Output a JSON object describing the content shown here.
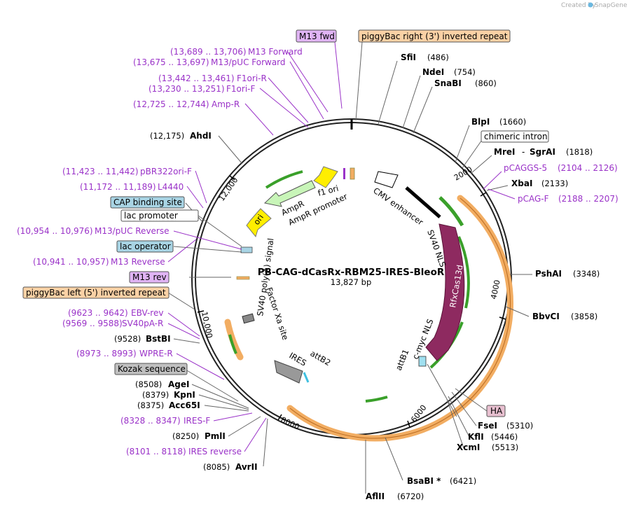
{
  "credit": {
    "prefix": "Created by",
    "brand": "SnapGene"
  },
  "map": {
    "name": "PB-CAG-dCasRx-RBM25-IRES-BleoR",
    "length": "13,827 bp",
    "tick_labels": [
      "2000",
      "4000",
      "6000",
      "8000",
      "10,000",
      "12,000"
    ]
  },
  "boxed": {
    "m13fwd": "M13 fwd",
    "pb_right": "piggyBac right (3') inverted repeat",
    "chimeric": "chimeric intron",
    "cap": "CAP binding site",
    "lacprom": "lac promoter",
    "lacop": "lac operator",
    "m13rev": "M13 rev",
    "pb_left": "piggyBac left (5') inverted repeat",
    "kozak": "Kozak sequence",
    "ha": "HA"
  },
  "left_labels": {
    "m13forward_range": "(13,689 .. 13,706)",
    "m13forward": "M13 Forward",
    "m13puc_range": "(13,675 .. 13,697)",
    "m13puc": "M13/pUC Forward",
    "f1orir_range": "(13,442 .. 13,461)",
    "f1orir": "F1ori-R",
    "f1orif_range": "(13,230 .. 13,251)",
    "f1orif": "F1ori-F",
    "ampr_range": "(12,725 .. 12,744)",
    "ampr": "Amp-R",
    "ahdi_pos": "(12,175)",
    "ahdi": "AhdI",
    "pbr_range": "(11,423 .. 11,442)",
    "pbr": "pBR322ori-F",
    "l4440_range": "(11,172 .. 11,189)",
    "l4440": "L4440",
    "m13pucrev_range": "(10,954 .. 10,976)",
    "m13pucrev": "M13/pUC Reverse",
    "m13rev_range": "(10,941 .. 10,957)",
    "m13reverse": "M13 Reverse",
    "ebv_range": "(9623 .. 9642)",
    "ebv": "EBV-rev",
    "sv40_range": "(9569 .. 9588)",
    "sv40": "SV40pA-R",
    "bstbi_pos": "(9528)",
    "bstbi": "BstBI",
    "wpre_range": "(8973 .. 8993)",
    "wpre": "WPRE-R",
    "agei_pos": "(8508)",
    "agei": "AgeI",
    "kpni_pos": "(8379)",
    "kpni": "KpnI",
    "acc65i_pos": "(8375)",
    "acc65i": "Acc65I",
    "iresf_range": "(8328 .. 8347)",
    "iresf": "IRES-F",
    "pmli_pos": "(8250)",
    "pmli": "PmlI",
    "iresrev_range": "(8101 .. 8118)",
    "iresrev": "IRES reverse",
    "avrii_pos": "(8085)",
    "avrii": "AvrII"
  },
  "right_labels": {
    "sfii": "SfiI",
    "sfii_pos": "(486)",
    "ndei": "NdeI",
    "ndei_pos": "(754)",
    "snabi": "SnaBI",
    "snabi_pos": "(860)",
    "blpi": "BlpI",
    "blpi_pos": "(1660)",
    "mrei": "MreI",
    "dash": "-",
    "sgrai": "SgrAI",
    "mrei_pos": "(1818)",
    "pcaggs5": "pCAGGS-5",
    "pcaggs5_range": "(2104 .. 2126)",
    "xbai": "XbaI",
    "xbai_pos": "(2133)",
    "pcagf": "pCAG-F",
    "pcagf_range": "(2188 .. 2207)",
    "pshai": "PshAI",
    "pshai_pos": "(3348)",
    "bbvci": "BbvCI",
    "bbvci_pos": "(3858)",
    "fsei": "FseI",
    "fsei_pos": "(5310)",
    "kfli": "KflI",
    "kfli_pos": "(5446)",
    "xcmi": "XcmI",
    "xcmi_pos": "(5513)",
    "bsabi": "BsaBI *",
    "bsabi_pos": "(6421)",
    "aflii": "AflII",
    "aflii_pos": "(6720)"
  },
  "features": {
    "f1ori": "f1 ori",
    "ampr": "AmpR",
    "ampr_promoter": "AmpR promoter",
    "ori": "ori",
    "cmv": "CMV enhancer",
    "sv40nls": "SV40 NLS",
    "rfxcas13d": "RfxCas13d",
    "cmyc": "c-myc NLS",
    "attb1": "attB1",
    "attb2": "attB2",
    "ires": "IRES",
    "factorxa": "Factor Xa site",
    "sv40polya": "SV40 poly(A) signal"
  },
  "colors": {
    "backbone": "#222222",
    "orf_orange": "#f2ad62",
    "green_arrow": "#3aa02a",
    "ampr_green": "#c8f5b8",
    "ori_yellow": "#ffee00",
    "cas13_purple": "#8e2a60",
    "primer_purple": "#9a32c8",
    "pb_orange_box": "#fad1a5",
    "m13_box": "#e0b4f4",
    "cap_box": "#a8d4e4",
    "kozak_box": "#c0c0c0",
    "ha_box": "#e8c0d0"
  }
}
